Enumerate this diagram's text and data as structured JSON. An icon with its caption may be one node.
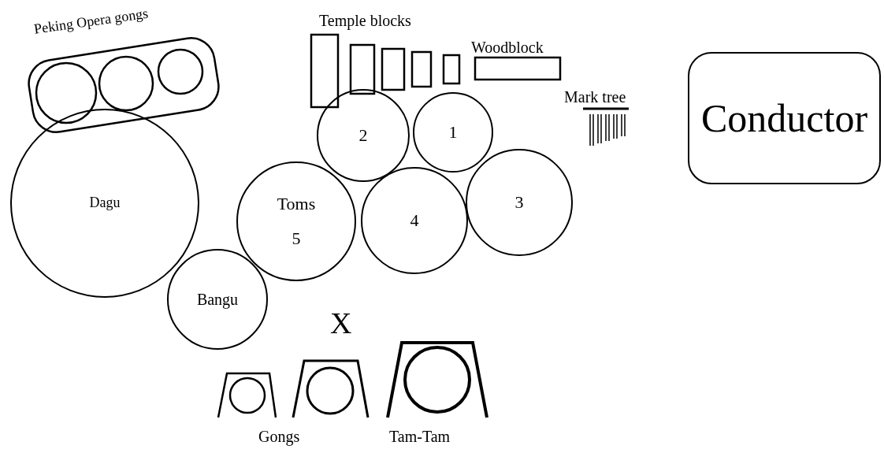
{
  "diagram": {
    "nodes": [
      {
        "text": [
          "2"
        ]
      },
      {
        "text": [
          "1"
        ]
      },
      {
        "text": [
          "Conductor"
        ]
      },
      {
        "text": [
          "Dagu"
        ]
      },
      {
        "text": [
          "Toms",
          "5"
        ]
      },
      {
        "text": [
          "4"
        ]
      },
      {
        "text": [
          "3"
        ]
      },
      {
        "text": [
          "Bangu"
        ]
      }
    ],
    "labels": [
      "Peking Opera gongs",
      "Temple blocks",
      "Woodblock",
      "Mark tree",
      "X",
      "Gongs",
      "Tam-Tam"
    ]
  }
}
